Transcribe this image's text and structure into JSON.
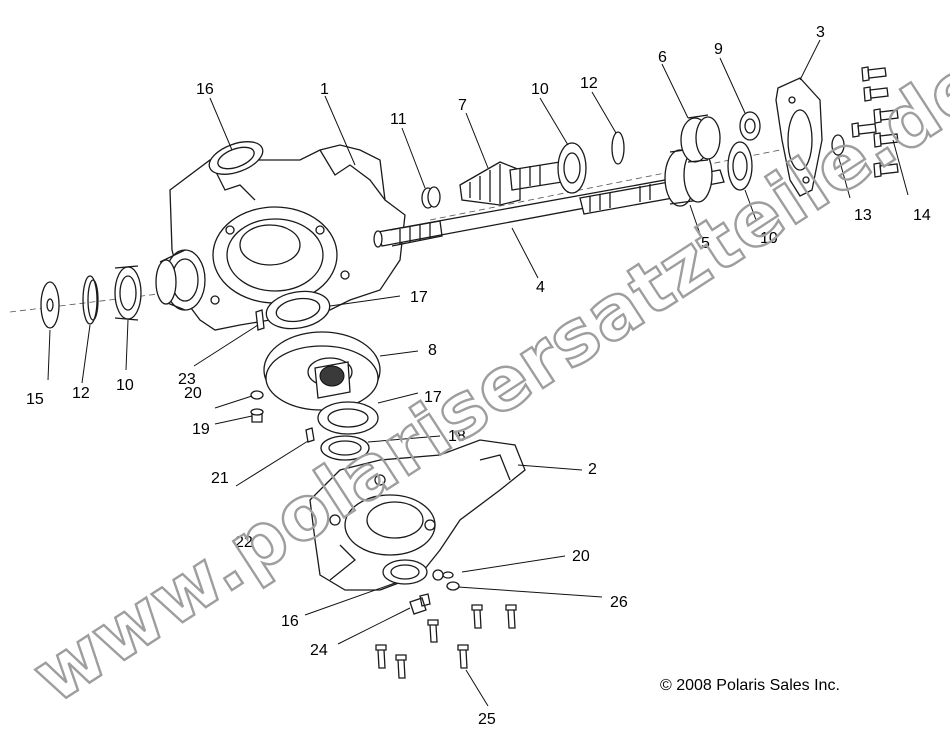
{
  "callouts": {
    "c1": "1",
    "c2": "2",
    "c3": "3",
    "c4": "4",
    "c5": "5",
    "c6": "6",
    "c7": "7",
    "c8": "8",
    "c9": "9",
    "c10a": "10",
    "c10b": "10",
    "c10c": "10",
    "c11": "11",
    "c12a": "12",
    "c12b": "12",
    "c13": "13",
    "c14": "14",
    "c15": "15",
    "c16a": "16",
    "c16b": "16",
    "c17a": "17",
    "c17b": "17",
    "c18": "18",
    "c19": "19",
    "c20a": "20",
    "c20b": "20",
    "c21": "21",
    "c22": "22",
    "c23": "23",
    "c24": "24",
    "c25": "25",
    "c26": "26"
  },
  "copyright": "© 2008 Polaris Sales Inc.",
  "watermark": "www.polarisersatzteile.de"
}
